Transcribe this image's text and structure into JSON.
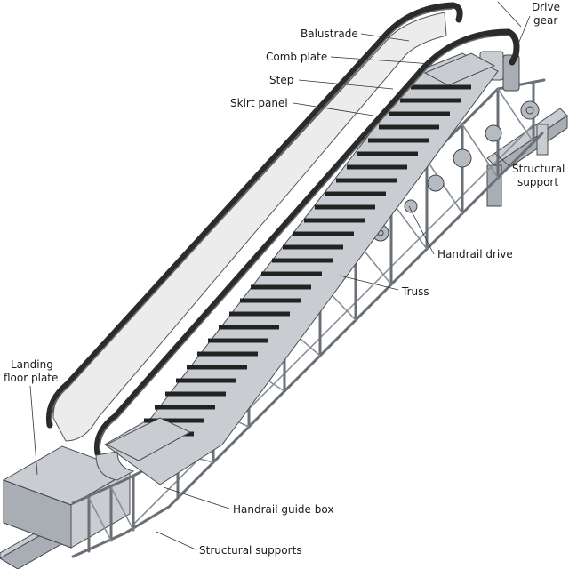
{
  "diagram": {
    "labels": {
      "balustrade": "Balustrade",
      "comb_plate": "Comb plate",
      "step": "Step",
      "skirt_panel": "Skirt panel",
      "drive_gear_1": "Drive",
      "drive_gear_2": "gear",
      "structural_support_1": "Structural",
      "structural_support_2": "support",
      "handrail_drive": "Handrail drive",
      "truss": "Truss",
      "landing_floor_plate_1": "Landing",
      "landing_floor_plate_2": "floor plate",
      "handrail_guide_box": "Handrail guide box",
      "structural_supports": "Structural supports"
    }
  }
}
